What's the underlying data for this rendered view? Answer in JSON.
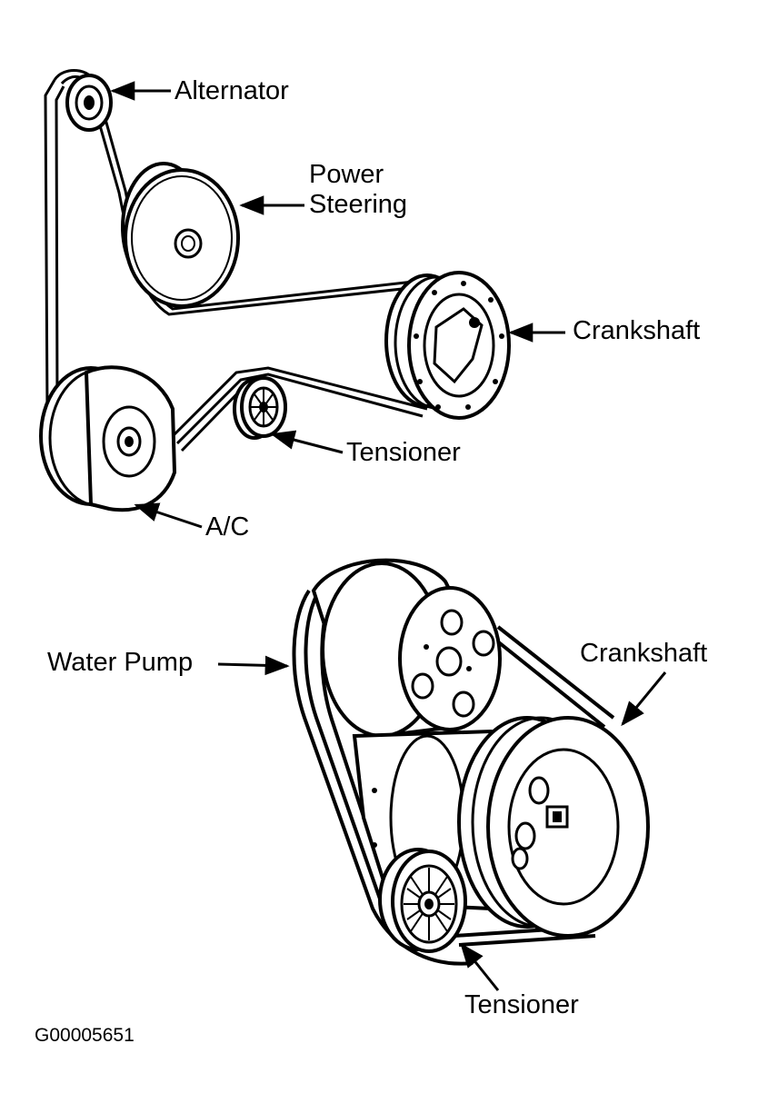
{
  "figure_id": "G00005651",
  "top_diagram": {
    "labels": {
      "alternator": "Alternator",
      "power_steering": [
        "Power",
        "Steering"
      ],
      "crankshaft": "Crankshaft",
      "tensioner": "Tensioner",
      "ac": "A/C"
    }
  },
  "bottom_diagram": {
    "labels": {
      "water_pump": "Water Pump",
      "crankshaft": "Crankshaft",
      "tensioner": "Tensioner"
    }
  }
}
